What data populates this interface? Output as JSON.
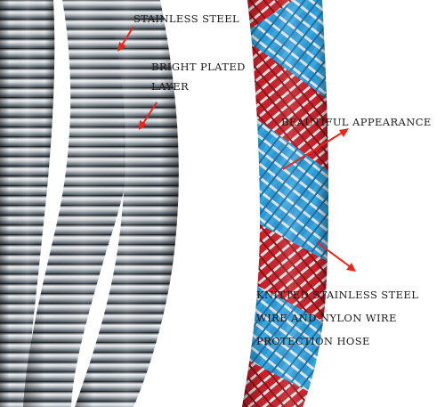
{
  "labels": {
    "stainless_steel": "STAINLESS STEEL",
    "bright_plated_line1": "BRIGHT PLATED",
    "bright_plated_line2": "LAYER",
    "beautiful_appearance": "BEAUTIFUL APPEARANCE",
    "knitted_line1": "KNITTED STAINLESS STEEL",
    "knitted_line2": "WIRE AND NYLON WIRE",
    "knitted_line3": "PROTECTION HOSE"
  },
  "colors": {
    "arrow": "#e8261c",
    "steel_light": "#f2f4f6",
    "steel_mid": "#a8b0b8",
    "steel_dark": "#3e464e",
    "braid_blue": "#2f9ad6",
    "braid_red": "#c8232c",
    "braid_silver": "#d6d8da"
  }
}
